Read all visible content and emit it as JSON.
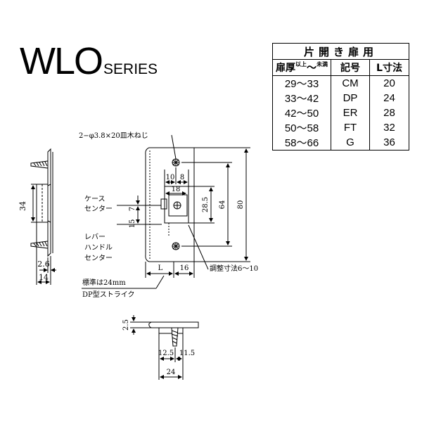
{
  "series": {
    "name": "WLO",
    "suffix": "SERIES"
  },
  "table": {
    "caption": "片開き扉用",
    "col1_header": "扉厚",
    "col1_sub_top": "以上",
    "col1_sub_bottom": "未満",
    "col1_tilde": "〜",
    "col2_header": "記号",
    "col3_header": "L寸法",
    "rows": [
      {
        "range": "29〜33",
        "code": "CM",
        "l": "20"
      },
      {
        "range": "33〜42",
        "code": "DP",
        "l": "24"
      },
      {
        "range": "42〜50",
        "code": "ER",
        "l": "28"
      },
      {
        "range": "50〜58",
        "code": "FT",
        "l": "32"
      },
      {
        "range": "58〜66",
        "code": "G",
        "l": "36"
      }
    ]
  },
  "labels": {
    "screw": "2−φ3.8×20皿木ねじ",
    "case_center_1": "ケース",
    "case_center_2": "センター",
    "lever_1": "レバー",
    "lever_2": "ハンドル",
    "lever_3": "センター",
    "standard_1": "標準は24mm",
    "standard_2": "DP型ストライク",
    "adjust": "調整寸法6〜10"
  },
  "dims": {
    "side_34": "34",
    "side_2_6": "2.6",
    "side_14": "14",
    "front_10": "10",
    "front_8": "8",
    "front_18": "18",
    "front_7": "7",
    "front_15": "15",
    "front_28_5": "28.5",
    "front_64": "64",
    "front_80": "80",
    "front_L": "L",
    "front_16": "16",
    "bottom_2_5": "2.5",
    "bottom_12_5": "12.5",
    "bottom_11_5": "11.5",
    "bottom_24": "24"
  }
}
